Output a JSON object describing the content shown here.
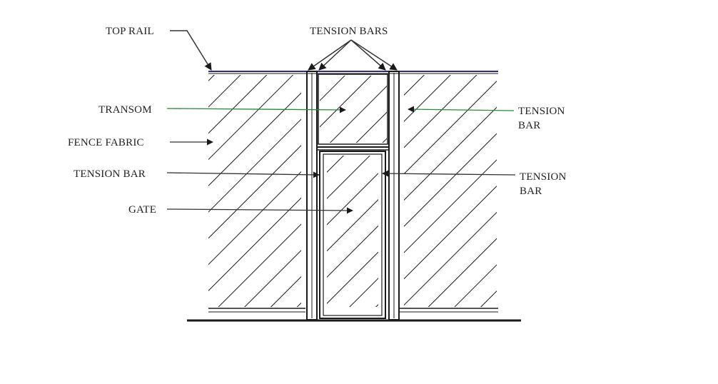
{
  "labels": {
    "top_rail": "TOP RAIL",
    "tension_bars": "TENSION BARS",
    "transom": "TRANSOM",
    "fence_fabric": "FENCE FABRIC",
    "tension_bar_left": "TENSION BAR",
    "gate": "GATE",
    "tension_bar_right_upper_1": "TENSION",
    "tension_bar_right_upper_2": "BAR",
    "tension_bar_right_lower_1": "TENSION",
    "tension_bar_right_lower_2": "BAR"
  },
  "colors": {
    "line": "#1a1a1a",
    "leader": "#333333",
    "accent_blue": "#2a2a9a",
    "accent_green": "#2a8a3a",
    "background": "#ffffff"
  }
}
